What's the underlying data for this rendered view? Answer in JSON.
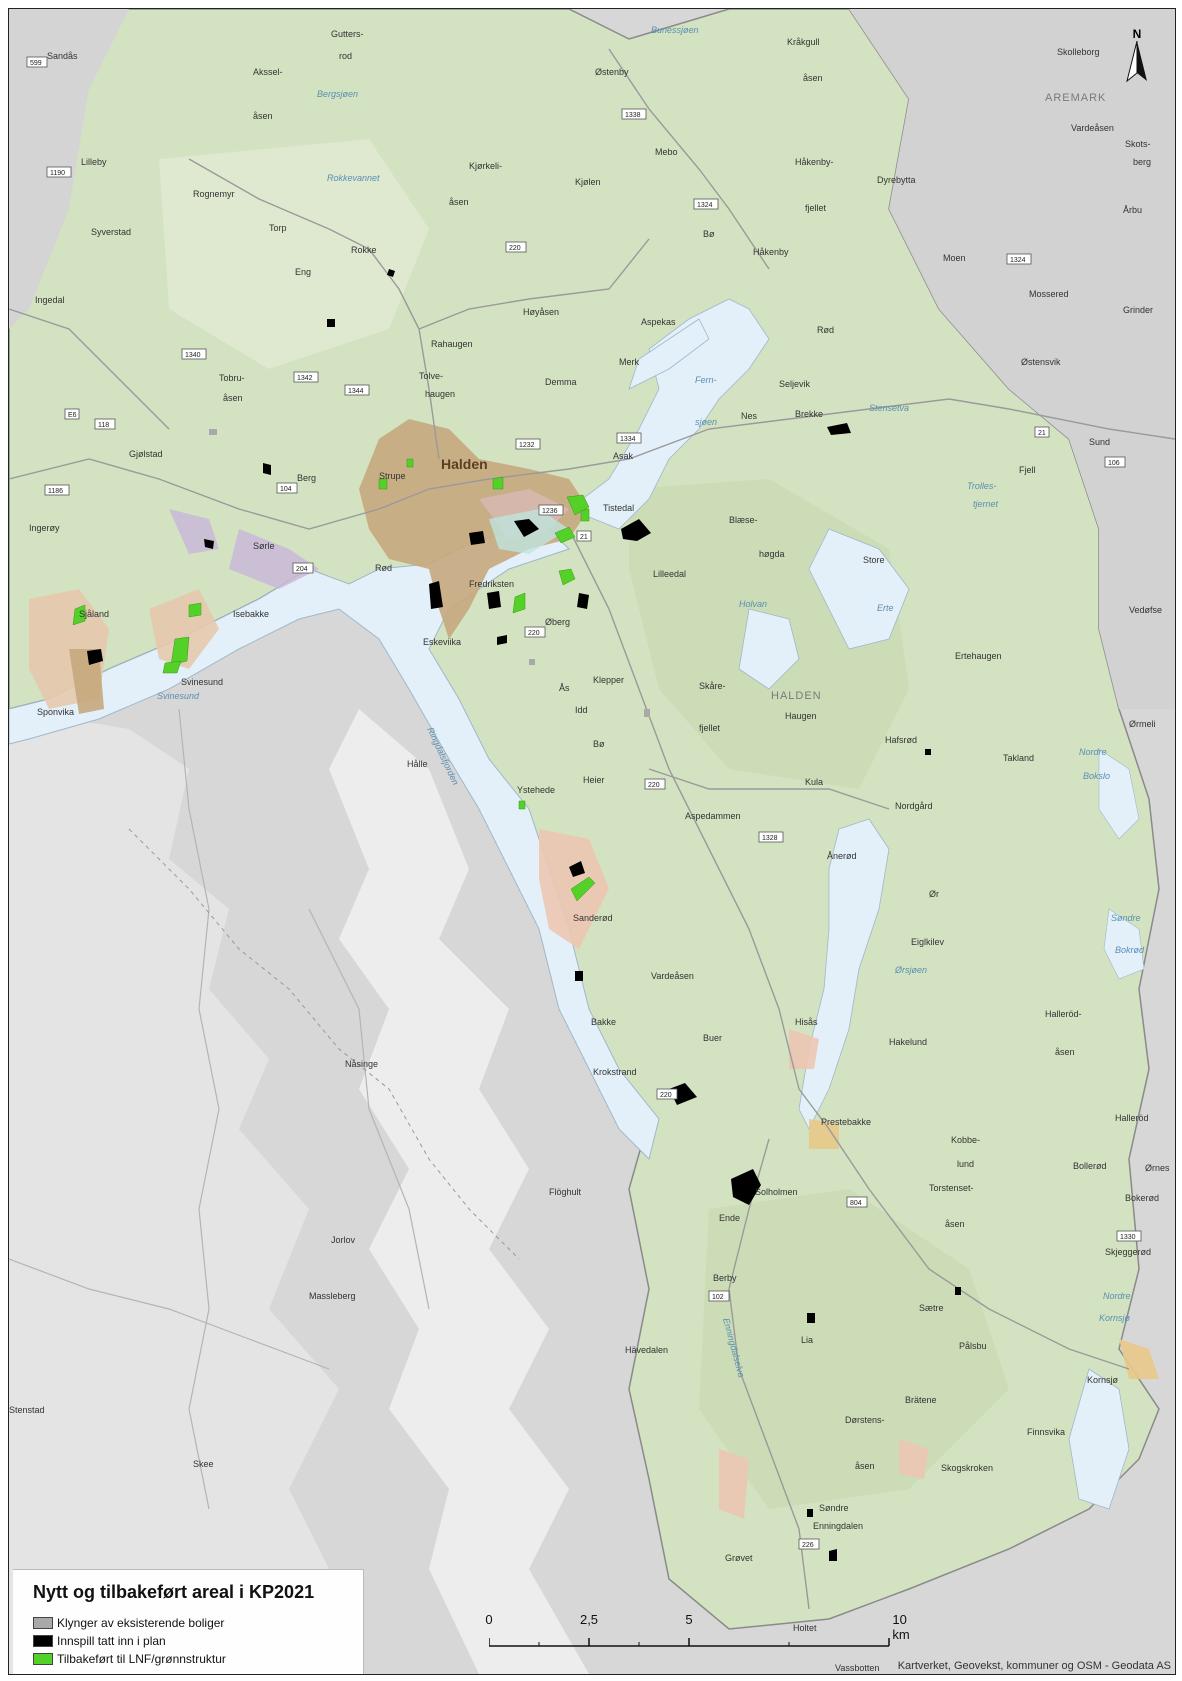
{
  "legend": {
    "title": "Nytt og tilbakeført areal i KP2021",
    "items": [
      {
        "label": "Klynger av eksisterende boliger",
        "color": "#a9a9a9"
      },
      {
        "label": "Innspill tatt inn i plan",
        "color": "#000000"
      },
      {
        "label": "Tilbakeført til LNF/grønnstruktur",
        "color": "#54d128"
      }
    ]
  },
  "scalebar": {
    "ticks": [
      "0",
      "2,5",
      "5",
      "10 km"
    ]
  },
  "credits": "Kartverket, Geovekst, kommuner og OSM - Geodata AS",
  "north_arrow": "N",
  "colors": {
    "municipality": "#d3e2c0",
    "outside": "#d7d7d7",
    "water": "#e3f0fa",
    "urban": "#c7a87d",
    "new_area": "#000000",
    "returned_area": "#54d128",
    "cluster": "#a9a9a9"
  },
  "places": {
    "halden_town": "Halden",
    "halden_region": "HALDEN",
    "aremark": "AREMARK",
    "p01": "Sandås",
    "p02": "Gutters-",
    "p03": "rod",
    "p04": "Akssel-",
    "p05": "åsen",
    "p06": "Østenby",
    "p07": "Kråkgull",
    "p08": "åsen",
    "p09": "Skolleborg",
    "p10": "Rognemyr",
    "p11": "Lilleby",
    "p12": "Kjørkeli-",
    "p13": "åsen",
    "p14": "Kjølen",
    "p15": "Mebo",
    "p16": "Håkenby-",
    "p17": "fjellet",
    "p18": "Dyrebytta",
    "p19": "Vardeåsen",
    "p20": "Skots-",
    "p21": "berg",
    "p22": "Syverstad",
    "p23": "Torp",
    "p24": "Rokke",
    "p25": "Eng",
    "p26": "Bø",
    "p27": "Håkenby",
    "p28": "Årbu",
    "p29": "Moen",
    "p30": "Ingedal",
    "p31": "Høyåsen",
    "p32": "Aspekas",
    "p33": "Mossered",
    "p34": "Grinder",
    "p35": "Tobru-",
    "p36": "åsen",
    "p37": "Rahaugen",
    "p38": "Merk",
    "p39": "Rød",
    "p40": "Østensvik",
    "p41": "Tolve-",
    "p42": "haugen",
    "p43": "Demma",
    "p44": "Seljevik",
    "p45": "Brekke",
    "p46": "Nes",
    "p47": "Sund",
    "p48": "Gjølstad",
    "p49": "Berg",
    "p50": "Strupe",
    "p51": "Asak",
    "p52": "Fjell",
    "p53": "Ingerøy",
    "p54": "Tistedal",
    "p55": "Blæse-",
    "p56": "høgda",
    "p57": "Sørle",
    "p58": "Lilleedal",
    "p59": "Rød",
    "p60": "Fredriksten",
    "p61": "Store",
    "p62": "Ertehaugen",
    "p63": "Vedøfse",
    "p64": "Sjåland",
    "p65": "Isebakke",
    "p66": "Øberg",
    "p67": "Eskeviika",
    "p68": "Svinesund",
    "p69": "Klepper",
    "p70": "Skåre-",
    "p71": "fjellet",
    "p72": "Haugen",
    "p73": "Sponvika",
    "p74": "Ås",
    "p75": "Idd",
    "p76": "Bø",
    "p77": "Hafsrød",
    "p78": "Takland",
    "p79": "Ørmeli",
    "p80": "Hålle",
    "p81": "Heier",
    "p82": "Kula",
    "p83": "Ystehede",
    "p84": "Aspedammen",
    "p85": "Nordgård",
    "p86": "Ånerød",
    "p87": "Sanderød",
    "p88": "Ør",
    "p89": "Eiglkilev",
    "p90": "Vardeåsen",
    "p91": "Bakke",
    "p92": "Hisås",
    "p93": "Halleröd-",
    "p94": "åsen",
    "p95": "Buer",
    "p96": "Hakelund",
    "p97": "Krokstrand",
    "p98": "Nåsinge",
    "p99": "Prestebakke",
    "p100": "Kobbe-",
    "p101": "lund",
    "p102": "Bollerød",
    "p103": "Torstenset-",
    "p104": "åsen",
    "p105": "Solholmen",
    "p106": "Bokerød",
    "p107": "Ende",
    "p108": "Flöghult",
    "p109": "Skjeggerød",
    "p110": "Jorlov",
    "p111": "Berby",
    "p112": "Massleberg",
    "p113": "Sætre",
    "p114": "Hävedalen",
    "p115": "Lia",
    "p116": "Pålsbu",
    "p117": "Kornsjø",
    "p118": "Brätene",
    "p119": "Finnsvika",
    "p120": "Dørstens-",
    "p121": "åsen",
    "p122": "Skogskroken",
    "p123": "Skee",
    "p124": "Søndre",
    "p125": "Enningdalen",
    "p126": "Grøvet",
    "p127": "Holtet",
    "p128": "Vassbotten",
    "p129": "Stenstad",
    "p130": "Halleröd",
    "p131": "Ørnes",
    "w1": "Fern-",
    "w2": "sjøen",
    "w3": "Holvan",
    "w4": "Erte",
    "w5": "Rokkevannet",
    "w6": "Bergsjøen",
    "w7": "Stensetva",
    "w8": "Svinesund",
    "w9": "Bunessjøen",
    "w10": "Trolles-",
    "w11": "tjernet",
    "w12": "Ringdalsfjorden",
    "w13": "Enningdalselva",
    "w14": "Nordre",
    "w15": "Bokslo",
    "w16": "Søndre",
    "w17": "Bokrød",
    "w18": "Ørsjøen",
    "w19": "Nordre",
    "w20": "Kornsjø"
  }
}
